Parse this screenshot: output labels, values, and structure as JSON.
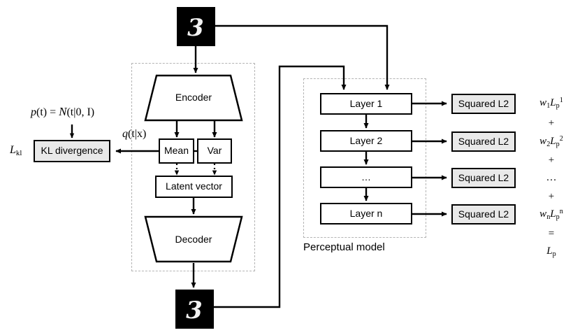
{
  "figure": {
    "title": "Variational autoencoder with perceptual loss diagram",
    "background": "#ffffff",
    "line_color": "#000000",
    "dashed_color": "#b4b4b4",
    "shaded_fill": "#e9e9e9"
  },
  "vae": {
    "container_label": "",
    "encoder": "Encoder",
    "decoder": "Decoder",
    "mean": "Mean",
    "var": "Var",
    "latent": "Latent vector"
  },
  "images": {
    "input_digit": "3",
    "output_digit": "3",
    "alt": "mnist-digit-three"
  },
  "kl": {
    "box_label": "KL divergence",
    "loss_label": "L",
    "loss_sub": "kl",
    "prior_p": "p",
    "prior_rest": "(t) = ",
    "prior_normal": "N",
    "prior_args": "(t|0, I)",
    "posterior_q": "q",
    "posterior_args": "(t|x)"
  },
  "perceptual": {
    "container_label": "Perceptual model",
    "layers": [
      "Layer 1",
      "Layer 2",
      "…",
      "Layer n"
    ],
    "losses": [
      "Squared L2",
      "Squared L2",
      "Squared L2",
      "Squared L2"
    ]
  },
  "math_column": [
    {
      "kind": "term",
      "w": "w",
      "wsub": "1",
      "L": "L",
      "Lsub": "p",
      "Lsup": "1"
    },
    {
      "kind": "op",
      "text": "+"
    },
    {
      "kind": "term",
      "w": "w",
      "wsub": "2",
      "L": "L",
      "Lsub": "p",
      "Lsup": "2"
    },
    {
      "kind": "op",
      "text": "+"
    },
    {
      "kind": "op",
      "text": "…"
    },
    {
      "kind": "op",
      "text": "+"
    },
    {
      "kind": "term",
      "w": "w",
      "wsub": "n",
      "L": "L",
      "Lsub": "p",
      "Lsup": "n"
    },
    {
      "kind": "op",
      "text": "="
    },
    {
      "kind": "total",
      "L": "L",
      "Lsub": "p"
    }
  ]
}
